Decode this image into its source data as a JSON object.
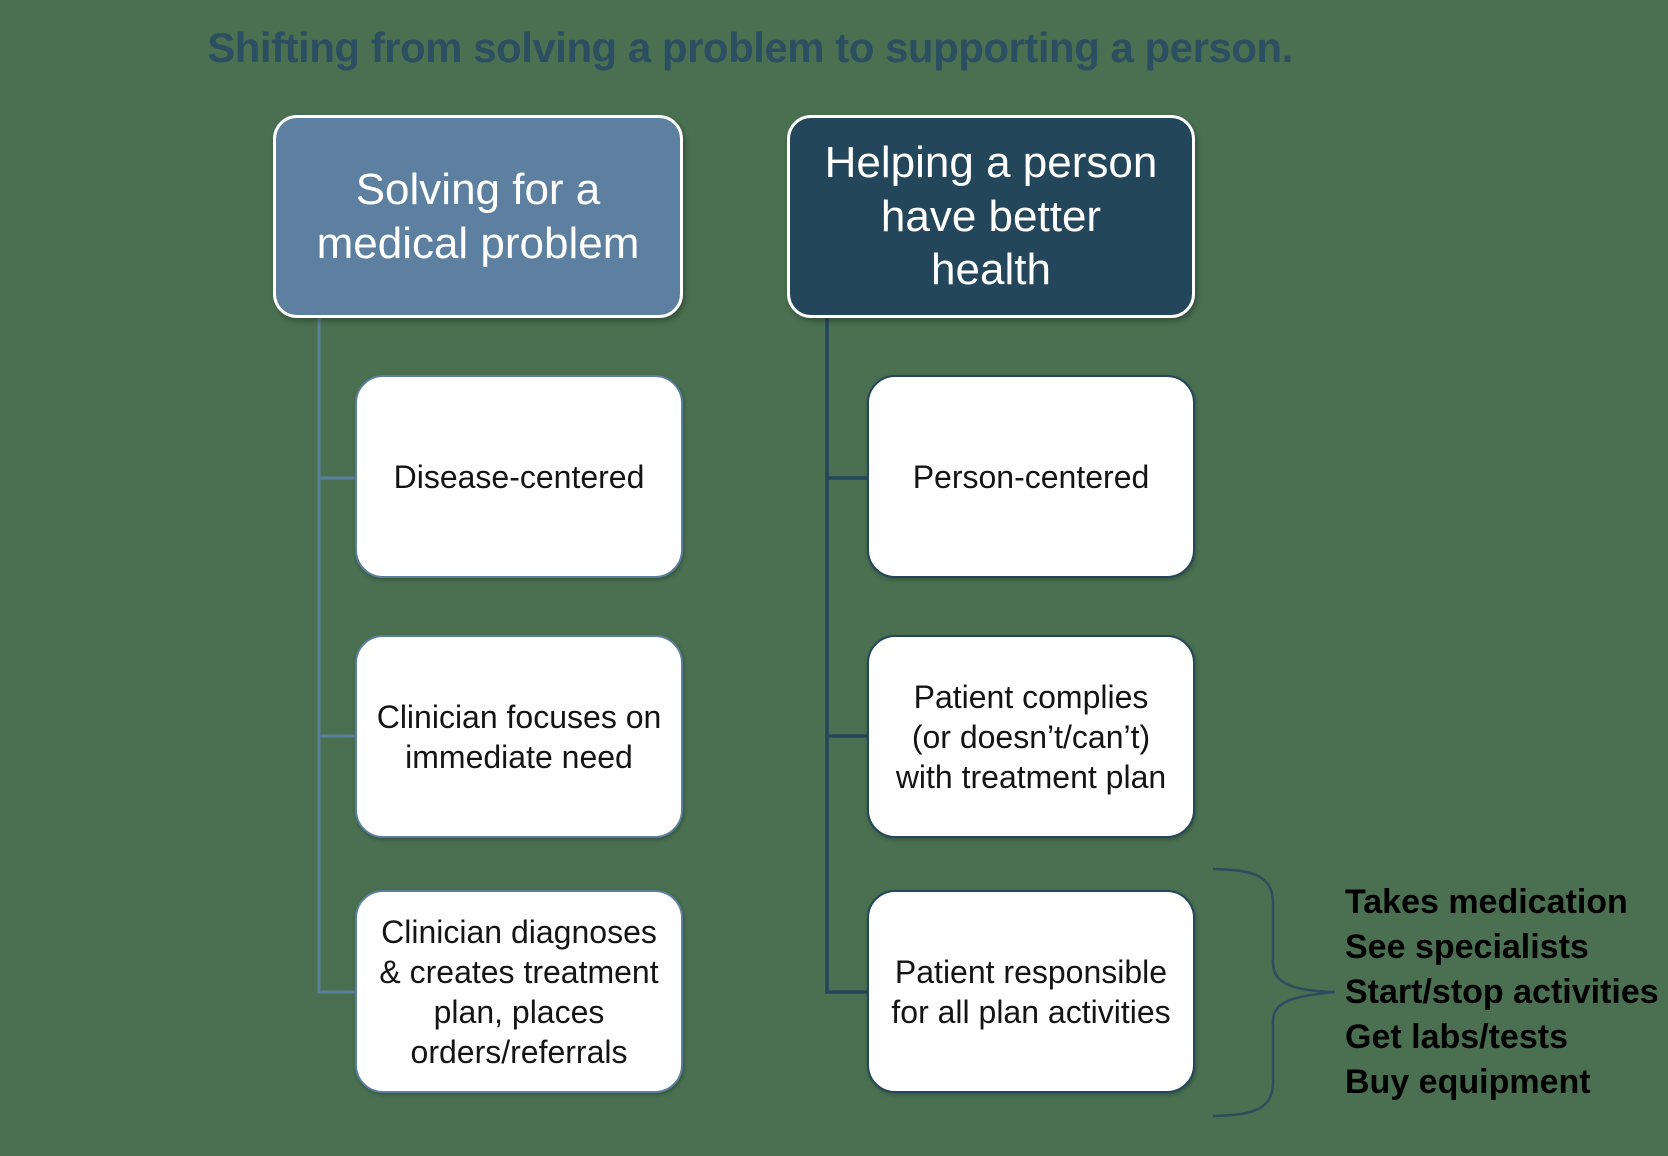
{
  "title": {
    "text": "Shifting from solving a problem to supporting a person."
  },
  "columns": [
    {
      "id": "left",
      "header": "Solving for a medical problem",
      "items": [
        "Disease-centered",
        "Clinician focuses on immediate need",
        "Clinician diagnoses & creates treatment plan, places orders/referrals"
      ]
    },
    {
      "id": "right",
      "header": "Helping a person have better health",
      "items": [
        "Person-centered",
        "Patient complies (or doesn’t/can’t) with treatment plan",
        "Patient responsible for all plan activities"
      ]
    }
  ],
  "annotation": {
    "items": [
      "Takes medication",
      "See specialists",
      "Start/stop activities",
      "Get labs/tests",
      "Buy equipment"
    ]
  },
  "colors": {
    "background": "#4a7051",
    "title_text": "#2b4f60",
    "left_header_fill": "#5d80a0",
    "right_header_fill": "#24465a",
    "left_connector": "#5b7f9e",
    "right_connector": "#24465a",
    "child_fill": "#ffffff",
    "child_text": "#141414",
    "annotation_text": "#000000",
    "brace": "#2b4d5e"
  }
}
